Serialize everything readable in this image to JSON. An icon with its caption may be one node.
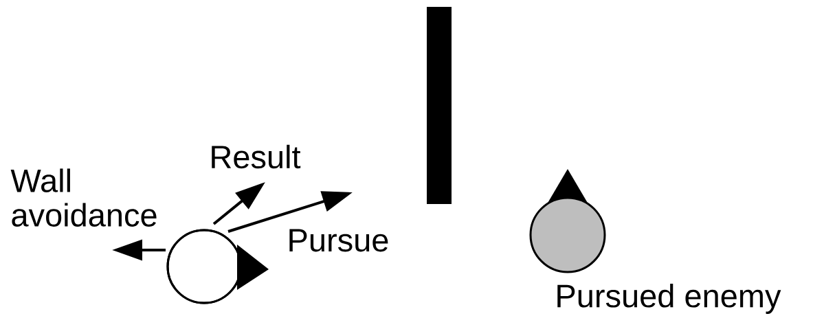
{
  "diagram": {
    "labels": [
      "Wall avoidance",
      "Result",
      "Pursue",
      "Pursued enemy"
    ]
  }
}
